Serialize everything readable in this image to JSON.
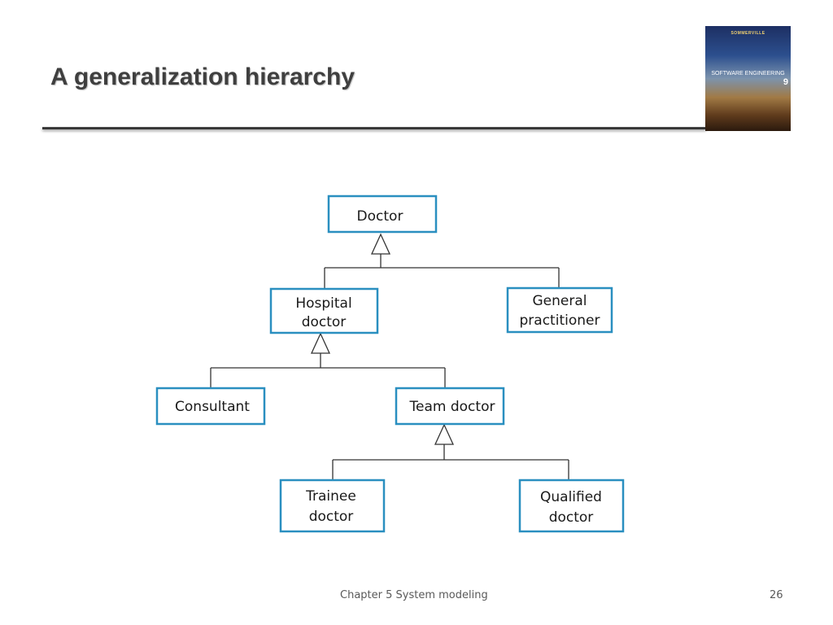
{
  "slide": {
    "title": "A generalization hierarchy",
    "book_cover": {
      "author": "SOMMERVILLE",
      "title": "SOFTWARE ENGINEERING",
      "edition": "9"
    }
  },
  "diagram": {
    "nodes": {
      "doctor": [
        "Doctor"
      ],
      "hospital_doctor": [
        "Hospital",
        "doctor"
      ],
      "general_practitioner": [
        "General",
        "practitioner"
      ],
      "consultant": [
        "Consultant"
      ],
      "team_doctor": [
        "Team doctor"
      ],
      "trainee_doctor": [
        "Trainee",
        "doctor"
      ],
      "qualified_doctor": [
        "Qualified",
        "doctor"
      ]
    },
    "relations": [
      {
        "parent": "doctor",
        "children": [
          "hospital_doctor",
          "general_practitioner"
        ]
      },
      {
        "parent": "hospital_doctor",
        "children": [
          "consultant",
          "team_doctor"
        ]
      },
      {
        "parent": "team_doctor",
        "children": [
          "trainee_doctor",
          "qualified_doctor"
        ]
      }
    ]
  },
  "footer": {
    "chapter": "Chapter 5 System modeling",
    "page_number": "26"
  }
}
